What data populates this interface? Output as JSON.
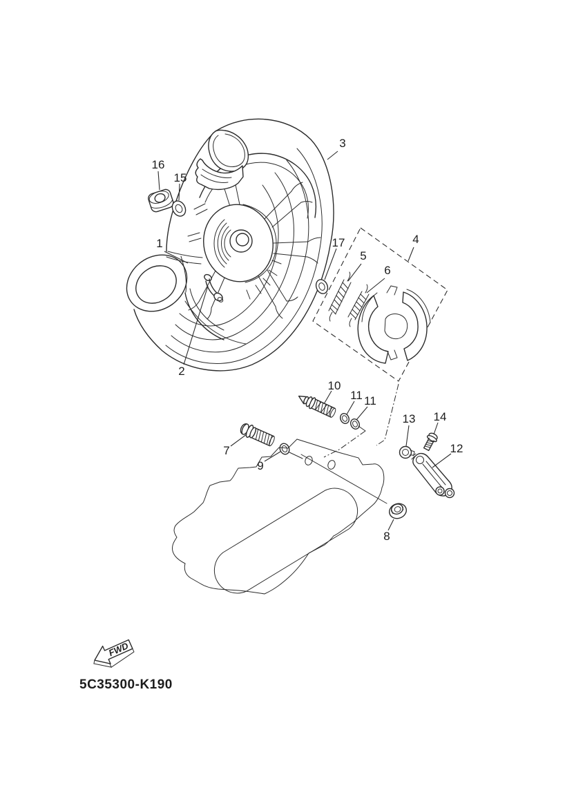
{
  "diagram": {
    "drawing_code": "5C35300-K190",
    "fwd_marker": "FWD",
    "callouts": {
      "c1": "1",
      "c2": "2",
      "c3": "3",
      "c4": "4",
      "c5": "5",
      "c6": "6",
      "c7": "7",
      "c8": "8",
      "c9": "9",
      "c10": "10",
      "c11a": "11",
      "c11b": "11",
      "c12": "12",
      "c13": "13",
      "c14": "14",
      "c15": "15",
      "c16": "16",
      "c17": "17"
    }
  }
}
